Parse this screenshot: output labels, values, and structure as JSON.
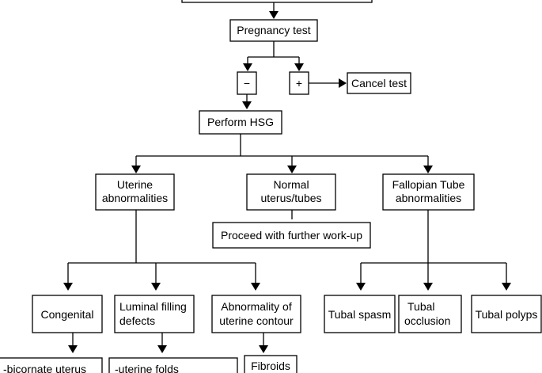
{
  "flowchart": {
    "nodes": {
      "top": [
        ""
      ],
      "pregnancy_test": [
        "Pregnancy test"
      ],
      "negative": [
        "−"
      ],
      "positive": [
        "+"
      ],
      "cancel_test": [
        "Cancel test"
      ],
      "perform_hsg": [
        "Perform HSG"
      ],
      "uterine_abnormalities": [
        "Uterine",
        "abnormalities"
      ],
      "normal": [
        "Normal",
        "uterus/tubes"
      ],
      "tube_abnormalities": [
        "Fallopian Tube",
        "abnormalities"
      ],
      "further_workup": [
        "Proceed with further work-up"
      ],
      "congenital": [
        "Congenital"
      ],
      "luminal_filling": [
        "Luminal filling",
        "defects"
      ],
      "contour": [
        "Abnormality of",
        "uterine contour"
      ],
      "tubal_spasm": [
        "Tubal spasm"
      ],
      "tubal_occlusion": [
        "Tubal",
        "occlusion"
      ],
      "tubal_polyps": [
        "Tubal polyps"
      ],
      "bicornate": [
        "-bicornate uterus"
      ],
      "uterine_folds": [
        "-uterine folds"
      ],
      "fibroids": [
        "Fibroids"
      ]
    }
  }
}
